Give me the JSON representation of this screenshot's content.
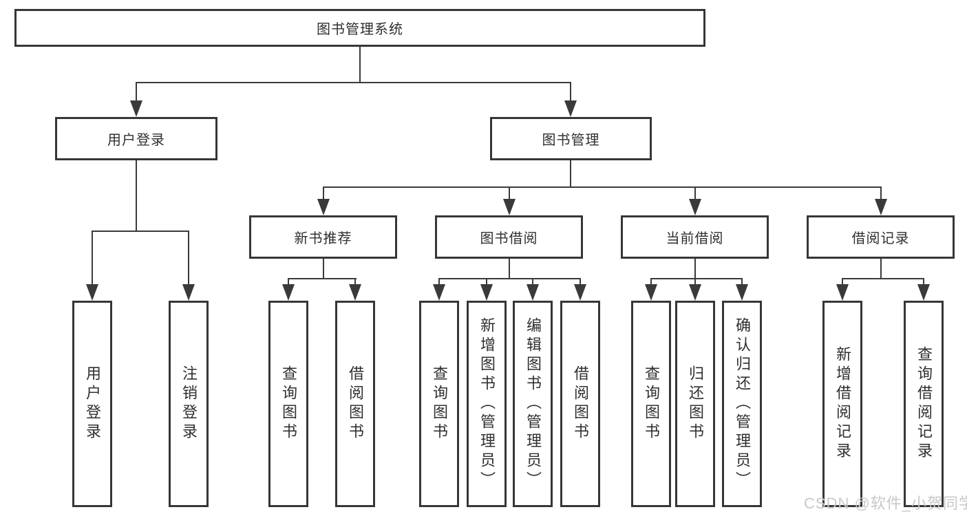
{
  "diagram": {
    "root": {
      "label": "图书管理系统"
    },
    "level2": [
      {
        "label": "用户登录"
      },
      {
        "label": "图书管理"
      }
    ],
    "level3": [
      {
        "label": "新书推荐"
      },
      {
        "label": "图书借阅"
      },
      {
        "label": "当前借阅"
      },
      {
        "label": "借阅记录"
      }
    ],
    "leaves": {
      "user": [
        "用户登录",
        "注销登录"
      ],
      "newbook": [
        "查询图书",
        "借阅图书"
      ],
      "borrow": [
        "查询图书",
        "新增图书（管理员）",
        "编辑图书（管理员）",
        "借阅图书"
      ],
      "current": [
        "查询图书",
        "归还图书",
        "确认归还（管理员）"
      ],
      "records": [
        "新增借阅记录",
        "查询借阅记录"
      ]
    }
  },
  "watermark": {
    "text": "CSDN @软件_小贺同学"
  },
  "colors": {
    "line": "#3a3a3a",
    "box_border": "#363636",
    "text": "#2f2f2f",
    "watermark": "#c8c8c8",
    "background": "#ffffff"
  }
}
